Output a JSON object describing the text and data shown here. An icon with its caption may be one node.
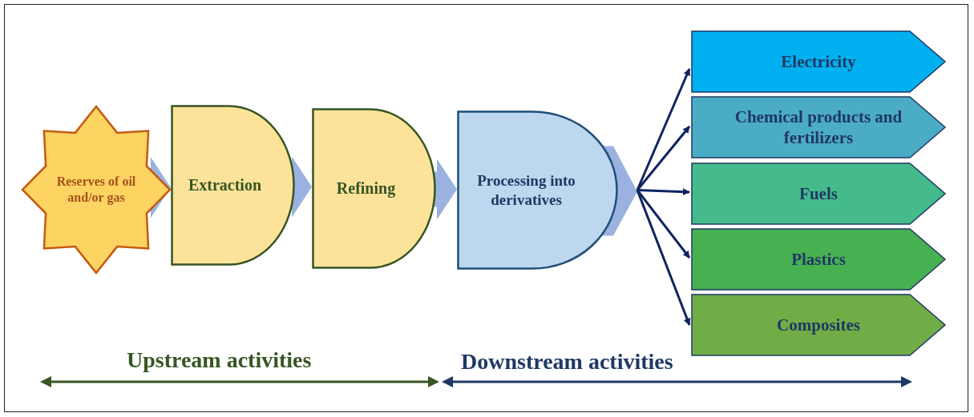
{
  "diagram": {
    "nodes": [
      {
        "text": [
          "Reserves of oil and/or gas"
        ]
      },
      {
        "text": [
          "Extraction"
        ]
      },
      {
        "text": [
          "Refining"
        ]
      },
      {
        "text": [
          "Processing into derivatives"
        ]
      },
      {
        "text": [
          "Electricity"
        ]
      },
      {
        "text": [
          "Chemical products and fertilizers"
        ]
      },
      {
        "text": [
          "Fuels"
        ]
      },
      {
        "text": [
          "Plastics"
        ]
      },
      {
        "text": [
          "Composites"
        ]
      }
    ],
    "edges": [
      {
        "from": 0,
        "to": 1,
        "arrow": "to",
        "style": "thick",
        "color": "#9bb2e0"
      },
      {
        "from": 1,
        "to": 2,
        "arrow": "to",
        "style": "thick",
        "color": "#9bb2e0"
      },
      {
        "from": 2,
        "to": 3,
        "arrow": "to",
        "style": "thick",
        "color": "#9bb2e0"
      },
      {
        "from": 3,
        "to": 4,
        "arrow": "to"
      },
      {
        "from": 3,
        "to": 5,
        "arrow": "to"
      },
      {
        "from": 3,
        "to": 6,
        "arrow": "to"
      },
      {
        "from": 3,
        "to": 7,
        "arrow": "to"
      },
      {
        "from": 3,
        "to": 8,
        "arrow": "to"
      }
    ],
    "labels": [
      "Upstream activities",
      "Downstream activities"
    ]
  }
}
